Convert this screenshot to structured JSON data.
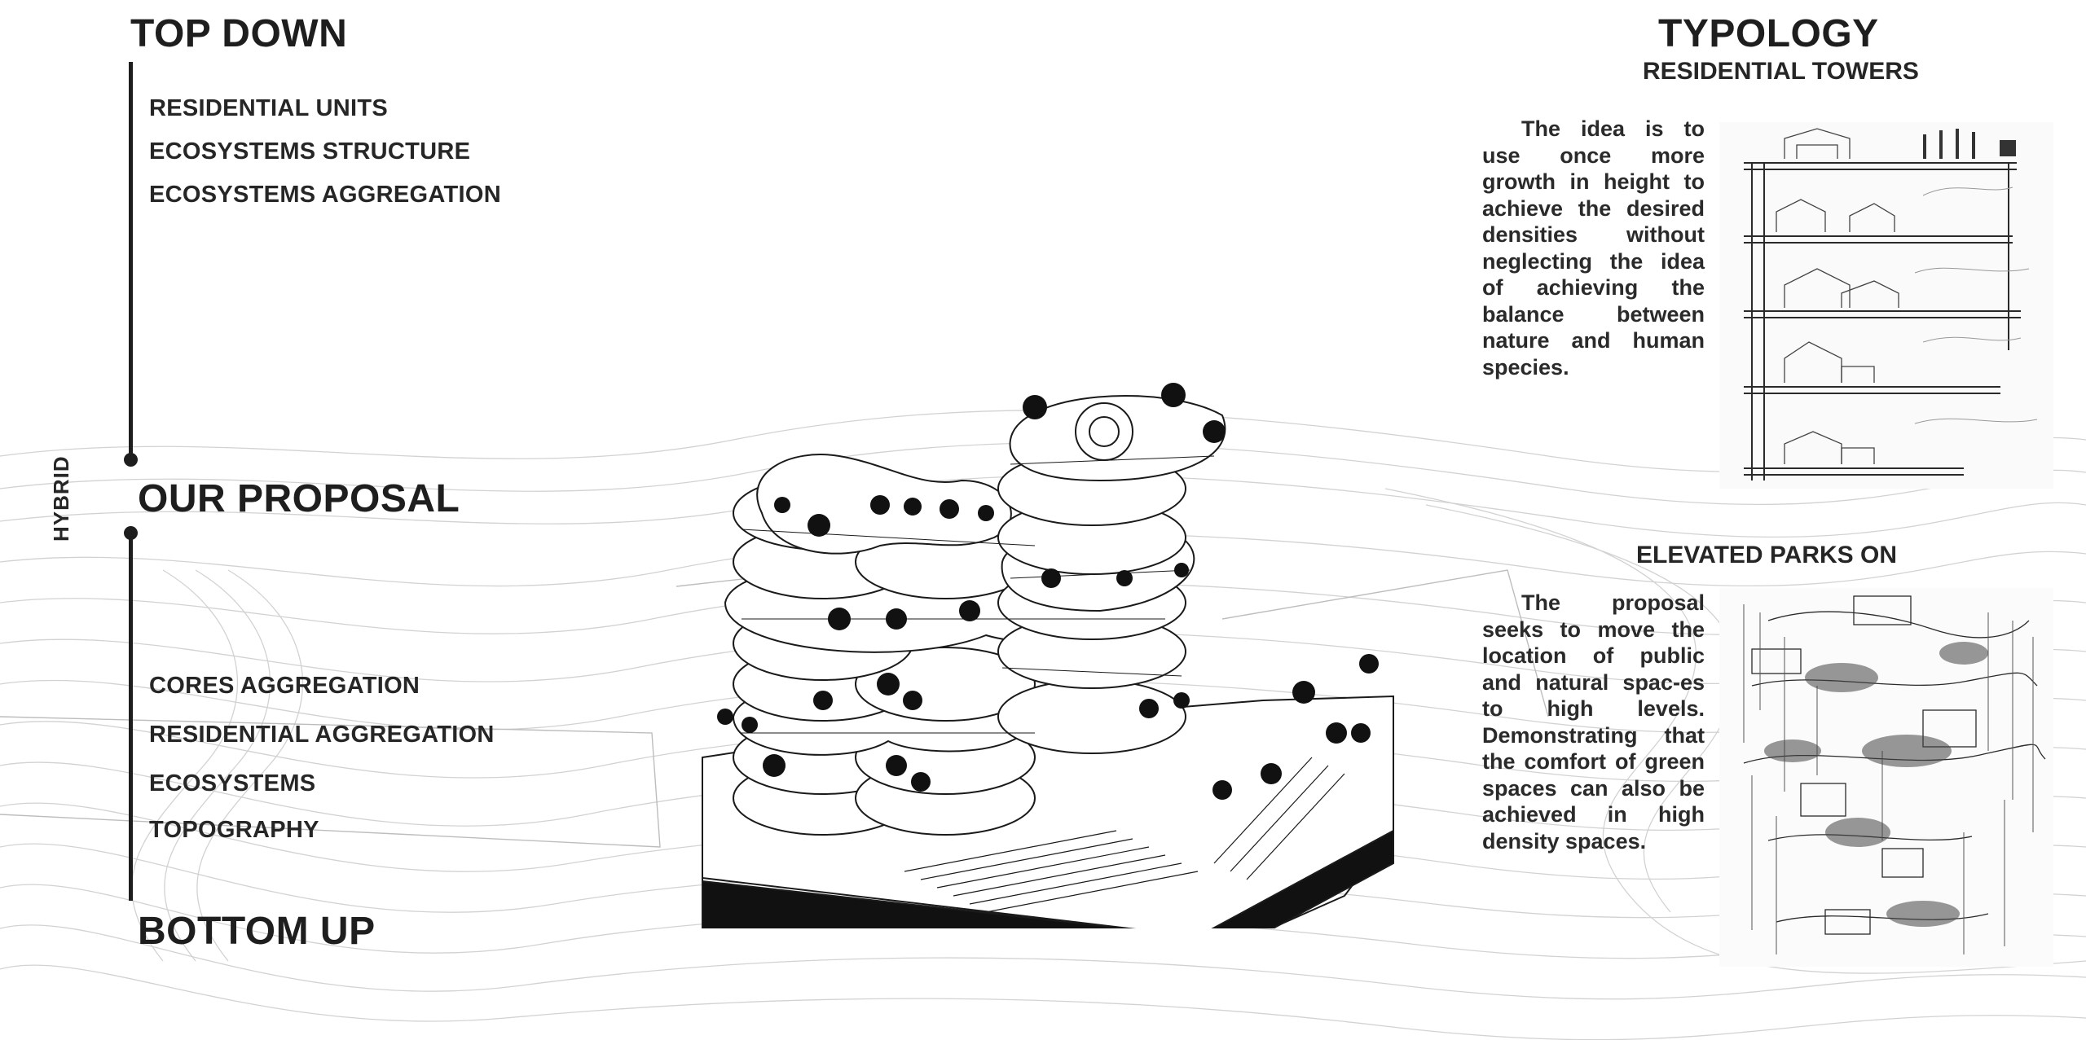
{
  "left": {
    "top_heading": "TOP DOWN",
    "top_items": [
      "RESIDENTIAL UNITS",
      "ECOSYSTEMS STRUCTURE",
      "ECOSYSTEMS AGGREGATION"
    ],
    "hybrid_label": "HYBRID",
    "proposal_heading": "OUR PROPOSAL",
    "bottom_items": [
      "CORES AGGREGATION",
      "RESIDENTIAL AGGREGATION",
      "ECOSYSTEMS",
      "TOPOGRAPHY"
    ],
    "bottom_heading": "BOTTOM UP"
  },
  "right": {
    "typology_title": "TYPOLOGY",
    "typology_subtitle": "RESIDENTIAL TOWERS",
    "typology_text": "The idea is to use once more growth in height to achieve the desired densities without neglecting the idea of achieving the balance between nature and human species.",
    "parks_title": "ELEVATED PARKS ON",
    "parks_text": "The proposal seeks to move the location of public and natural spac-es to high levels. Demonstrating that the comfort of green spaces can also be achieved in high density spaces."
  },
  "colors": {
    "ink": "#1e1e1e",
    "paper": "#ffffff",
    "contour": "#cfcfcf"
  }
}
